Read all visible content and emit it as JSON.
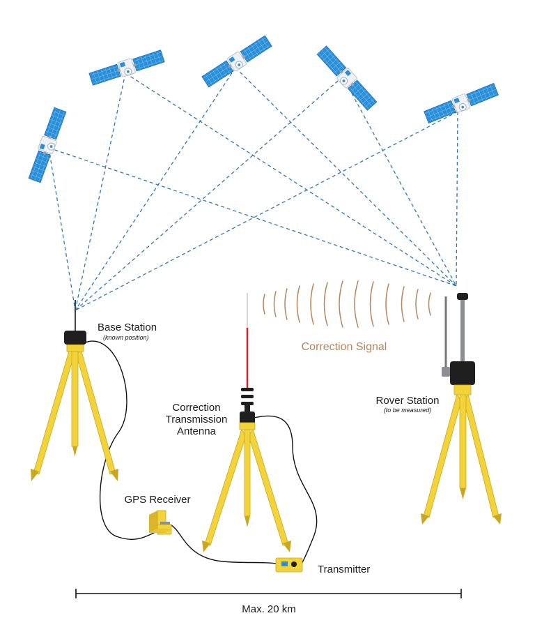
{
  "labels": {
    "base_station": "Base Station",
    "base_station_note": "(known position)",
    "rover_station": "Rover Station",
    "rover_station_note": "(to be measured)",
    "antenna_line1": "Correction",
    "antenna_line2": "Transmission",
    "antenna_line3": "Antenna",
    "gps_receiver": "GPS Receiver",
    "transmitter": "Transmitter",
    "correction_signal": "Correction Signal",
    "distance": "Max. 20 km"
  },
  "colors": {
    "tripod": "#f2d33a",
    "tripod_dark": "#c9a81f",
    "dashed_lines": "#2f78ad",
    "signal": "#b8855a",
    "antenna_red": "#d0202a",
    "dark_body": "#1f1f1f",
    "solar_panel": "#2b8fd8"
  },
  "icons": {
    "satellites": [
      "satellite-icon",
      "satellite-icon",
      "satellite-icon",
      "satellite-icon",
      "satellite-icon"
    ]
  }
}
